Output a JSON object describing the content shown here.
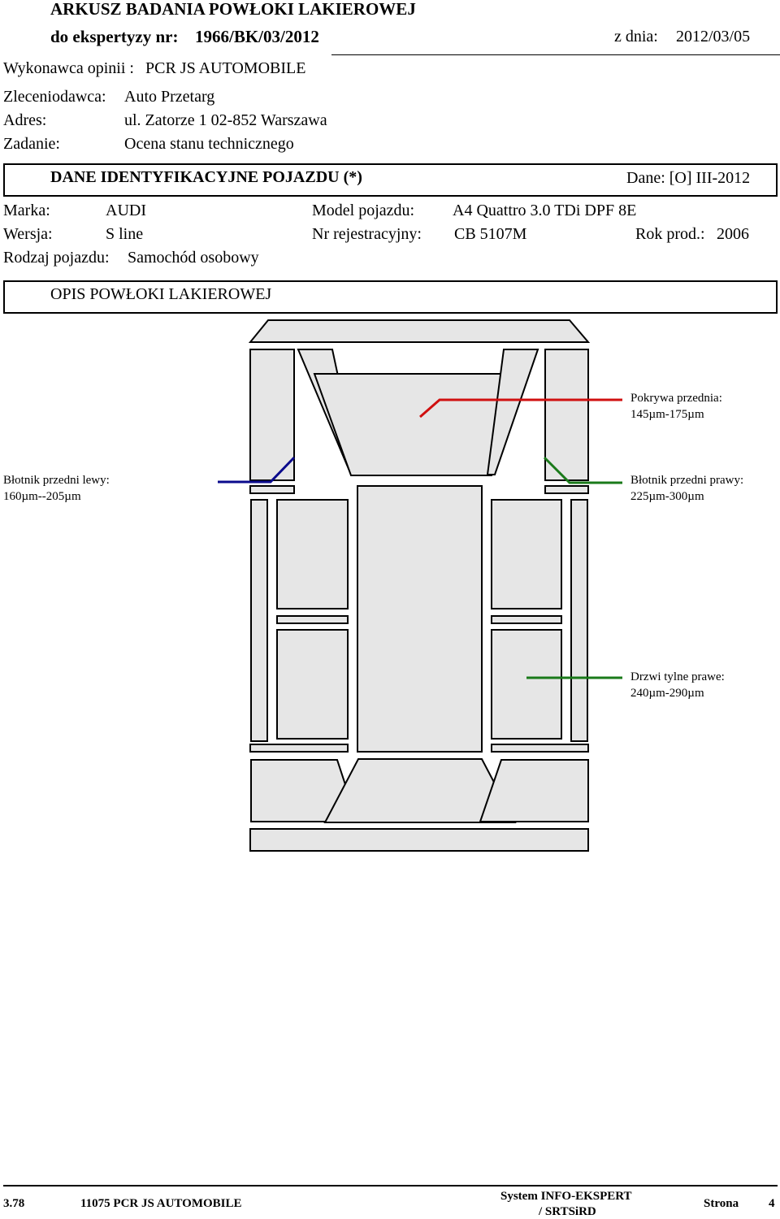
{
  "header": {
    "title": "ARKUSZ BADANIA POWŁOKI LAKIEROWEJ",
    "expertise_label": "do ekspertyzy nr:",
    "expertise_no": "1966/BK/03/2012",
    "date_label": "z dnia:",
    "date_value": "2012/03/05"
  },
  "info": {
    "contractor_label": "Wykonawca opinii :",
    "contractor": "PCR JS AUTOMOBILE",
    "client_label": "Zleceniodawca:",
    "client": "Auto Przetarg",
    "address_label": "Adres:",
    "address": "ul. Zatorze 1 02-852 Warszawa",
    "task_label": "Zadanie:",
    "task": "Ocena stanu technicznego"
  },
  "vehicle": {
    "section_title": "DANE IDENTYFIKACYJNE POJAZDU (*)",
    "data_label": "Dane: [O] III-2012",
    "make_label": "Marka:",
    "make": "AUDI",
    "model_label": "Model pojazdu:",
    "model": "A4 Quattro 3.0 TDi DPF 8E",
    "version_label": "Wersja:",
    "version": "S line",
    "reg_label": "Nr rejestracyjny:",
    "reg": "CB 5107M",
    "year_label": "Rok prod.:",
    "year": "2006",
    "type_label": "Rodzaj pojazdu:",
    "type": "Samochód osobowy"
  },
  "paint": {
    "section_title": "OPIS POWŁOKI LAKIEROWEJ",
    "measurements": [
      {
        "part": "Pokrywa przednia:",
        "value": "145µm-175µm",
        "color": "#d01010"
      },
      {
        "part": "Błotnik przedni lewy:",
        "value": "160µm--205µm",
        "color": "#0a0a8c"
      },
      {
        "part": "Błotnik przedni prawy:",
        "value": "225µm-300µm",
        "color": "#1a7a1a"
      },
      {
        "part": "Drzwi tylne prawe:",
        "value": "240µm-290µm",
        "color": "#1a7a1a"
      }
    ]
  },
  "footer": {
    "version": "3.78",
    "company": "11075 PCR JS AUTOMOBILE",
    "system_line1": "System INFO-EKSPERT",
    "system_line2": "/ SRTSiRD",
    "page_label": "Strona",
    "page_no": "4"
  }
}
